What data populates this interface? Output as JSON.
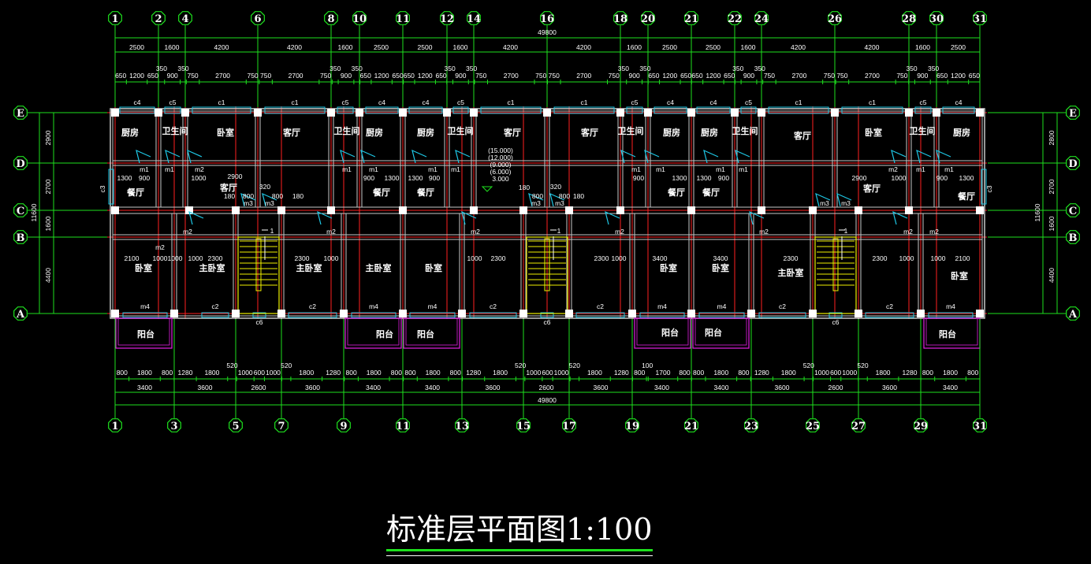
{
  "title": "标准层平面图",
  "scale": "1:100",
  "axes_top": [
    "1",
    "2",
    "4",
    "6",
    "8",
    "10",
    "11",
    "12",
    "14",
    "16",
    "18",
    "20",
    "21",
    "22",
    "24",
    "26",
    "28",
    "30",
    "31"
  ],
  "axes_bottom": [
    "1",
    "3",
    "5",
    "7",
    "9",
    "11",
    "13",
    "15",
    "17",
    "19",
    "21",
    "23",
    "25",
    "27",
    "29",
    "31"
  ],
  "axes_rows": [
    "E",
    "D",
    "C",
    "B",
    "A"
  ],
  "dims_top_total": "49800",
  "dims_top_bays": [
    "2500",
    "1600",
    "4200",
    "4200",
    "1600",
    "2500",
    "2500",
    "1600",
    "4200",
    "4200",
    "1600",
    "2500",
    "2500",
    "1600",
    "4200",
    "4200",
    "1600",
    "2500"
  ],
  "dims_top_detail": [
    "650",
    "1200",
    "650",
    "350",
    "900",
    "350",
    "750",
    "2700",
    "750",
    "750",
    "2700",
    "750",
    "350",
    "900",
    "350",
    "650",
    "1200",
    "650",
    "650",
    "1200",
    "650",
    "350",
    "900",
    "350",
    "750",
    "2700",
    "750",
    "750",
    "2700",
    "750",
    "350",
    "900",
    "350",
    "650",
    "1200",
    "650",
    "650",
    "1200",
    "650",
    "350",
    "900",
    "350",
    "750",
    "2700",
    "750",
    "750",
    "2700",
    "750",
    "350",
    "900",
    "350",
    "650",
    "1200",
    "650"
  ],
  "dims_bottom_detail": [
    "800",
    "1800",
    "800",
    "1280",
    "1800",
    "520",
    "1000",
    "600",
    "1000",
    "520",
    "1800",
    "1280",
    "800",
    "1800",
    "800",
    "800",
    "1800",
    "800",
    "1280",
    "1800",
    "520",
    "1000",
    "600",
    "1000",
    "520",
    "1800",
    "1280",
    "800",
    "100",
    "1700",
    "800",
    "800",
    "1800",
    "800",
    "1280",
    "1800",
    "520",
    "1000",
    "600",
    "1000",
    "520",
    "1800",
    "1280",
    "800",
    "1800",
    "800"
  ],
  "dims_bottom_bays": [
    "3400",
    "3600",
    "2600",
    "3600",
    "3400",
    "3400",
    "3600",
    "2600",
    "3600",
    "3400",
    "3400",
    "3600",
    "2600",
    "3600",
    "3400"
  ],
  "dims_bottom_total": "49800",
  "dims_left": [
    "2900",
    "2700",
    "1600",
    "4400"
  ],
  "dims_left_total": "11600",
  "dims_right": [
    "2800",
    "2700",
    "1600",
    "4400"
  ],
  "dims_right_total": "11600",
  "windows_top": [
    "c4",
    "c5",
    "c1",
    "c1",
    "c5",
    "c4",
    "c4",
    "c5",
    "c1",
    "c1",
    "c5",
    "c4",
    "c4",
    "c5",
    "c1",
    "c1",
    "c5",
    "c4"
  ],
  "openings_bottom": [
    "m4",
    "c2",
    "c2",
    "m4",
    "m4",
    "c2",
    "c2",
    "m4",
    "m4",
    "c2",
    "c2",
    "m4",
    "c6",
    "c6",
    "c6"
  ],
  "side_windows": [
    "c3",
    "c3"
  ],
  "rooms": [
    "厨房",
    "卫生间",
    "卧室",
    "客厅",
    "卫生间",
    "厨房",
    "厨房",
    "卫生间",
    "客厅",
    "客厅",
    "卫生间",
    "厨房",
    "厨房",
    "卫生间",
    "客厅",
    "卧室",
    "卫生间",
    "厨房",
    "餐厅",
    "客厅",
    "餐厅",
    "餐厅",
    "餐厅",
    "餐厅",
    "客厅",
    "餐厅",
    "卧室",
    "主卧室",
    "主卧室",
    "主卧室",
    "卧室",
    "卧室",
    "卧室",
    "主卧室",
    "卧室",
    "阳台",
    "阳台",
    "阳台",
    "阳台",
    "阳台",
    "阳台"
  ],
  "elevations": [
    "(15.000)",
    "(12.000)",
    "(9.000)",
    "(6.000)",
    "3.000"
  ],
  "interior_labels": [
    "2100",
    "1000",
    "1000",
    "1000",
    "2300",
    "2300",
    "1000",
    "1000",
    "2300",
    "2300",
    "1000",
    "3400",
    "3400",
    "2300",
    "2300",
    "1000",
    "1000",
    "2100",
    "1300",
    "900",
    "1000",
    "2900",
    "900",
    "1300",
    "1300",
    "900",
    "900",
    "1300",
    "1300",
    "900",
    "2900",
    "1000",
    "900",
    "1300",
    "m1",
    "m1",
    "m2",
    "m1",
    "m1",
    "m1",
    "m1",
    "m1",
    "m1",
    "m1",
    "m1",
    "m2",
    "m1",
    "m1",
    "m3",
    "m3",
    "m3",
    "m3",
    "m3",
    "m3",
    "m2",
    "m2",
    "m2",
    "m2",
    "m2",
    "m2",
    "m2",
    "m2",
    "180",
    "800",
    "320",
    "800",
    "180",
    "180",
    "800",
    "320",
    "800",
    "180",
    "1",
    "1",
    "1"
  ],
  "colors": {
    "background": "#000000",
    "axis": "#1ee01e",
    "axis_center": "#ff2020",
    "wall": "#c8c8c8",
    "window": "#1ec8e6",
    "stair": "#f0f000",
    "balcony": "#e020e0",
    "column": "#ffffff"
  }
}
